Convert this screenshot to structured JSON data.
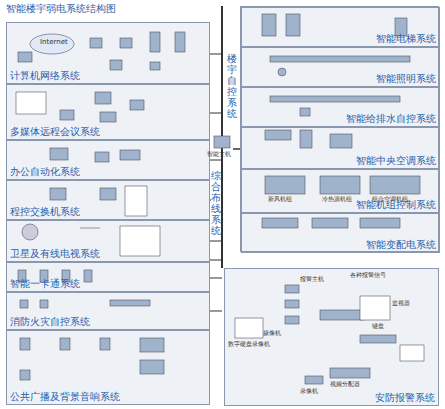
{
  "diagram": {
    "title": "智能楼宇弱电系统结构图",
    "nodes": [
      {
        "text": [
          "计算机网络系统"
        ]
      },
      {
        "text": [
          "多媒体远程会议系统"
        ]
      },
      {
        "text": [
          "办公自动化系统"
        ]
      },
      {
        "text": [
          "程控交换机系统"
        ]
      },
      {
        "text": [
          "卫星及有线电视系统"
        ]
      },
      {
        "text": [
          "智能一卡通系统"
        ]
      },
      {
        "text": [
          "消防火灾自控系统"
        ]
      },
      {
        "text": [
          "公共广播及背景音响系统"
        ]
      },
      {
        "text": [
          "智能主机"
        ]
      },
      {
        "text": [
          "楼宇自控系统"
        ]
      },
      {
        "text": [
          "智能电梯系统"
        ],
        "in": 9
      },
      {
        "text": [
          "智能照明系统"
        ],
        "in": 9
      },
      {
        "text": [
          "智能给排水自控系统"
        ],
        "in": 9
      },
      {
        "text": [
          "智能中央空调系统"
        ],
        "in": 9
      },
      {
        "text": [
          "智能机组控制系统"
        ],
        "in": 9
      },
      {
        "text": [
          "智能变配电系统"
        ],
        "in": 9
      },
      {
        "text": [
          "安防报警系统"
        ]
      }
    ],
    "edges": [
      {
        "from": 8,
        "to": 9,
        "arrow": "none"
      },
      {
        "from": 8,
        "to": 16,
        "arrow": "none"
      }
    ],
    "labels": [
      "Internet",
      "综合布线系统",
      "新风机组",
      "冷热源机组",
      "组合空调机组",
      "各种报警信号",
      "报警主机",
      "监视器",
      "键盘",
      "摄像机",
      "数字硬盘录像机",
      "视频分配器",
      "录像机"
    ]
  }
}
